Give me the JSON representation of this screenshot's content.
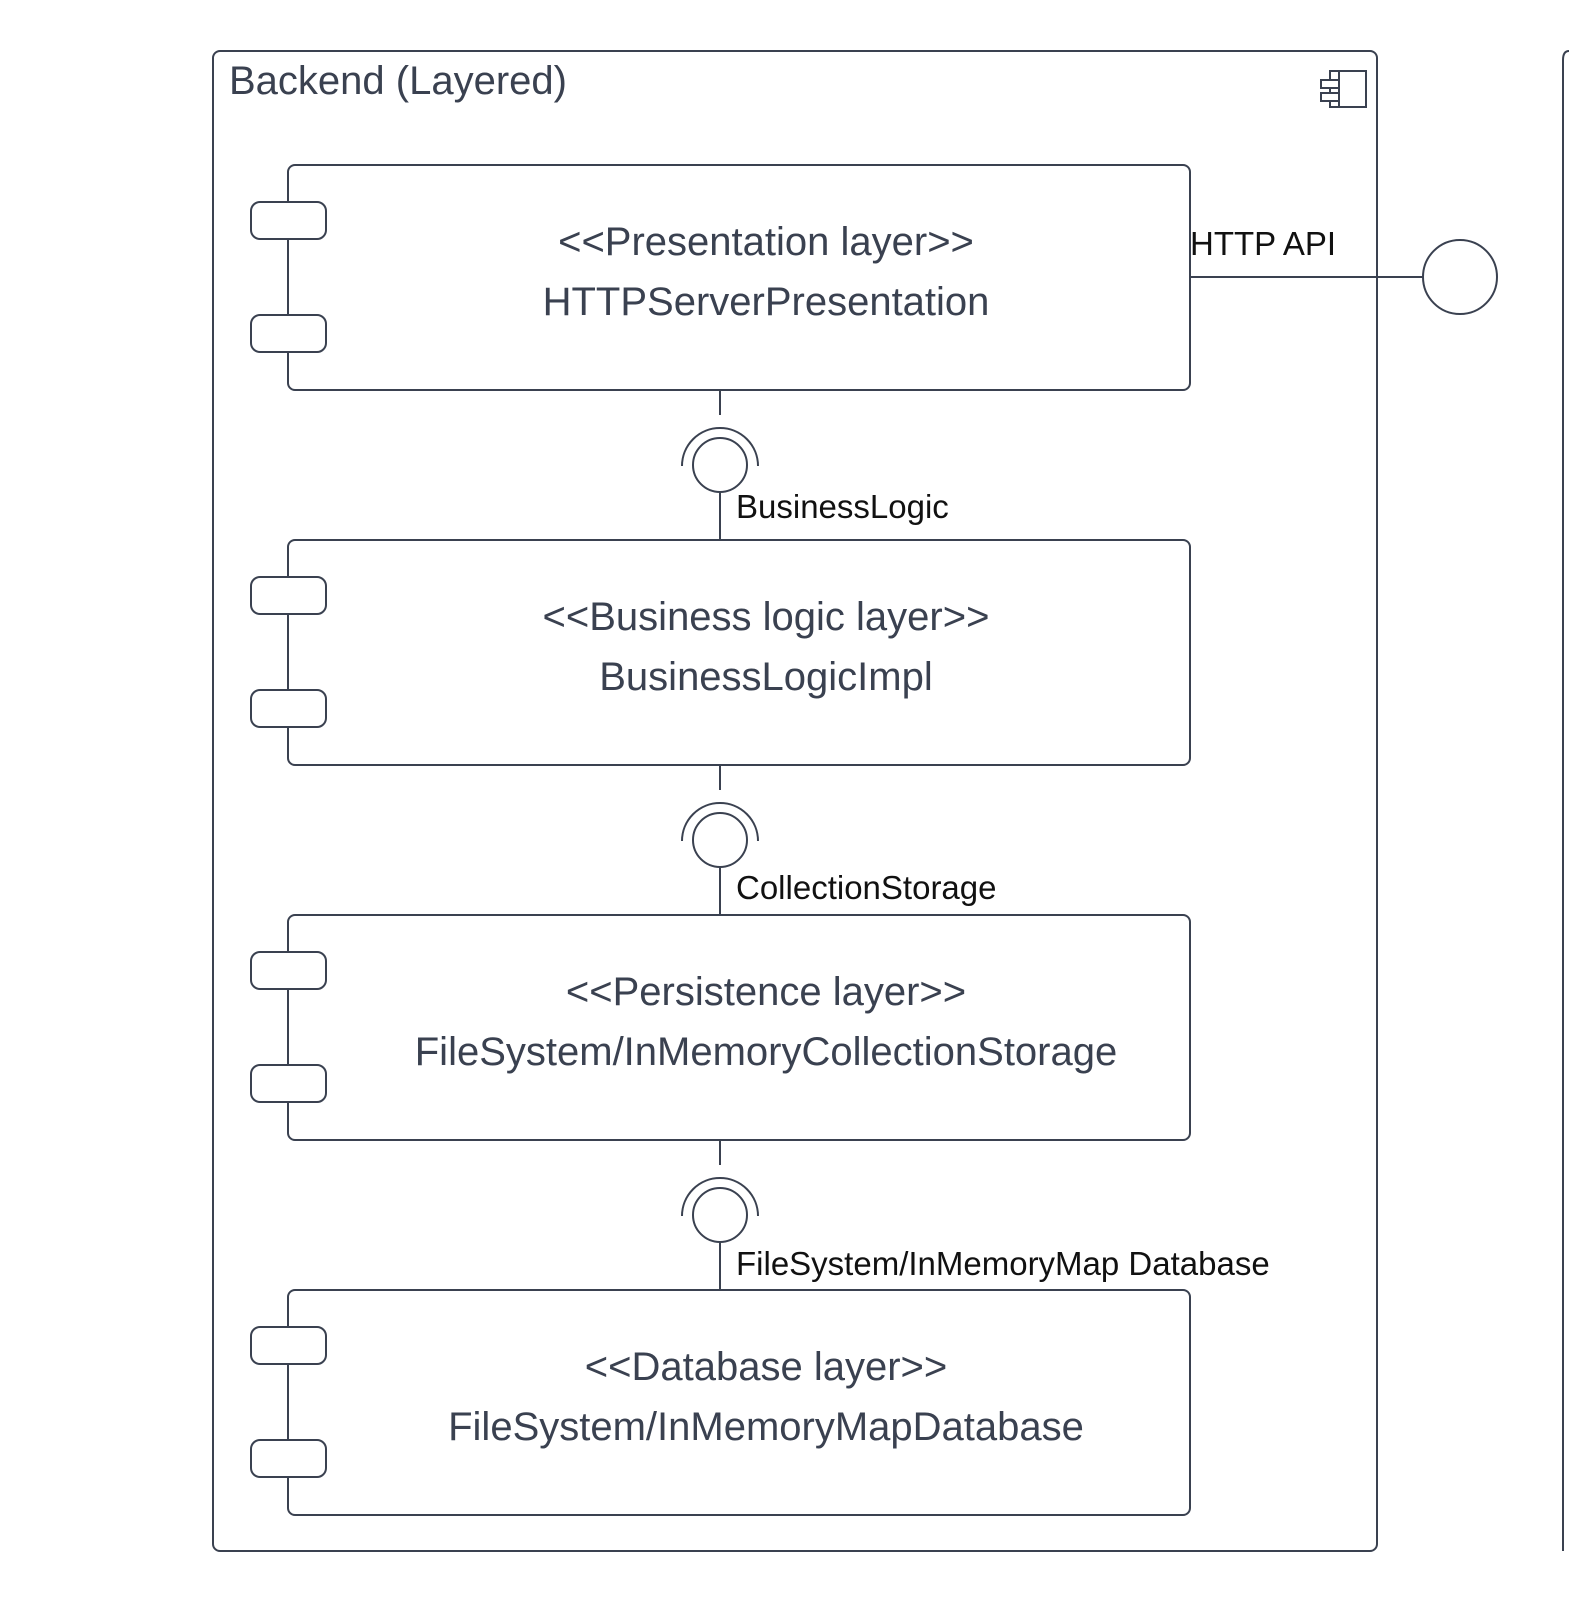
{
  "container": {
    "title": "Backend (Layered)",
    "icon": "component-icon"
  },
  "components": [
    {
      "stereotype": "<<Presentation layer>>",
      "name": "HTTPServerPresentation"
    },
    {
      "stereotype": "<<Business logic layer>>",
      "name": "BusinessLogicImpl"
    },
    {
      "stereotype": "<<Persistence layer>>",
      "name": "FileSystem/InMemoryCollectionStorage"
    },
    {
      "stereotype": "<<Database layer>>",
      "name": "FileSystem/InMemoryMapDatabase"
    }
  ],
  "interfaces": [
    {
      "label": "BusinessLogic"
    },
    {
      "label": "CollectionStorage"
    },
    {
      "label": "FileSystem/InMemoryMap Database"
    }
  ],
  "external_interface": {
    "label": "HTTP API"
  },
  "colors": {
    "stroke": "#3a4150",
    "text": "#3a4150",
    "label": "#111111",
    "background": "#ffffff"
  }
}
